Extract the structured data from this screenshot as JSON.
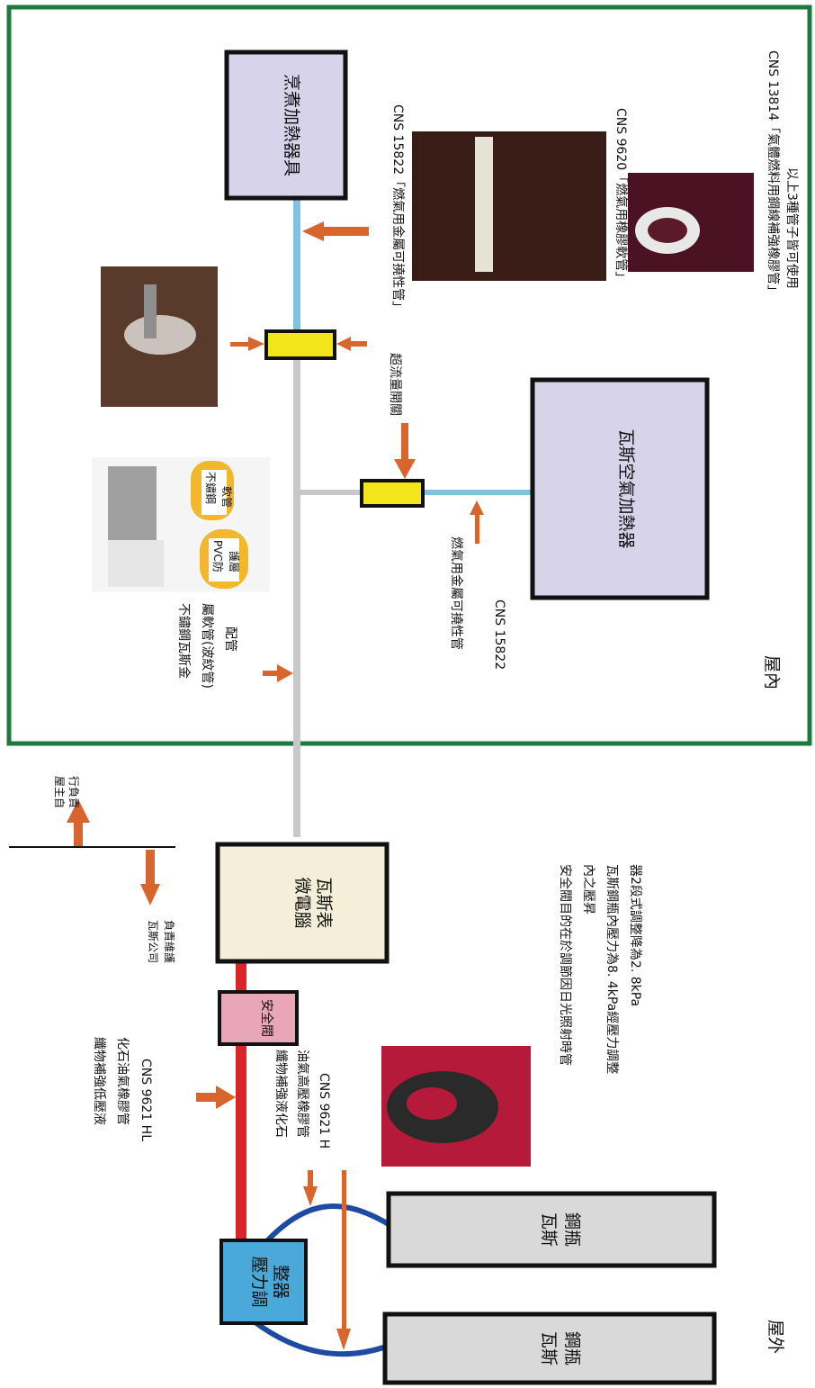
{
  "labels": {
    "indoor": "屋內",
    "outdoor": "屋外",
    "cooking_appliance": "烹煮加熱器具",
    "space_heater": "瓦斯空氣加熱器",
    "gas_meter_line1": "微電腦",
    "gas_meter_line2": "瓦斯表",
    "safety_valve": "安全閥",
    "regulator_line1": "壓力調",
    "regulator_line2": "整器",
    "cylinder_a_line1": "瓦斯",
    "cylinder_a_line2": "鋼瓶",
    "cylinder_b_line1": "瓦斯",
    "cylinder_b_line2": "鋼瓶",
    "hose_cns15822_top": "CNS 15822「燃氣用金屬可撓性管」",
    "hose_cns9620": "CNS 9620「燃氣用橡膠軟管」",
    "hose_cns13814_line1": "CNS 13814「氣體燃料用鋼線補強橡膠管」",
    "hose_cns13814_line2": "以上3種管子皆可使用",
    "overflow_switch": "超流量開關",
    "flex_hose_line1": "燃氣用金屬可撓性管",
    "flex_hose_line2": "CNS 15822",
    "stainless_line1": "不鏽鋼瓦斯金",
    "stainless_line2": "屬軟管(波紋管)",
    "stainless_line3": "配管",
    "callout_steel_line1": "不鏽鋼",
    "callout_steel_line2": "軟管",
    "callout_pvc_line1": "PVC防",
    "callout_pvc_line2": "護層",
    "owner_line1": "屋主自",
    "owner_line2": "行負責",
    "company_line1": "瓦斯公司",
    "company_line2": "負責維護",
    "hl_hose_line1": "纖物補強低壓液",
    "hl_hose_line2": "化石油氣橡膠管",
    "hl_hose_line3": "CNS 9621 HL",
    "h_hose_line1": "纖物補強液化石",
    "h_hose_line2": "油氣高壓橡膠管",
    "h_hose_line3": "CNS 9621 H",
    "note_line1": "安全閥目的在於調節因日光照射時管",
    "note_line2": "內之壓昇",
    "note_line3": "瓦斯鋼瓶內壓力為8. 4kPa經壓力調整",
    "note_line4": "器2段式調整降為2. 8kPa"
  },
  "colors": {
    "frame_green": "#1e7a3c",
    "appliance_fill": "#d6d3ea",
    "meter_fill": "#f3efd8",
    "safety_fill": "#e9a6b8",
    "regulator_fill": "#4aa9d8",
    "cylinder_fill": "#d9d9d9",
    "switch_fill": "#f2e51a",
    "pipe_grey": "#c8c8c8",
    "pipe_blue": "#7fc2dd",
    "pipe_red": "#d9252a",
    "pipe_darkblue": "#1d4aa3",
    "arrow": "#d8652e",
    "callout": "#f2b72a"
  }
}
